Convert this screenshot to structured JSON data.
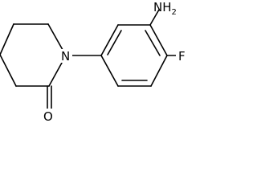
{
  "molecule": {
    "atoms": {
      "amine": "NH",
      "amine_subscript": "2",
      "fluorine": "F",
      "nitrogen": "N",
      "oxygen": "O"
    }
  }
}
